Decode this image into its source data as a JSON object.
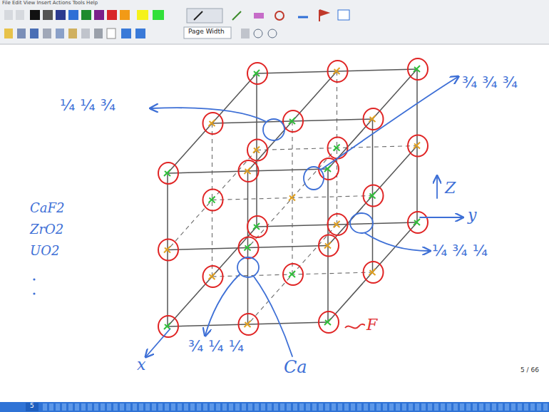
{
  "diagram": {
    "labels": [
      "File Edit View Insert Actions Tools Help",
      "Page Width",
      "¼ ¼ ¾",
      "¾ ¾ ¾",
      "¼ ¾ ¼",
      "¾ ¼ ¼",
      "Ca",
      "F",
      "Z",
      "y",
      "x",
      "CaF2",
      "ZrO2",
      "UO2",
      "5 / 66",
      "5"
    ]
  }
}
